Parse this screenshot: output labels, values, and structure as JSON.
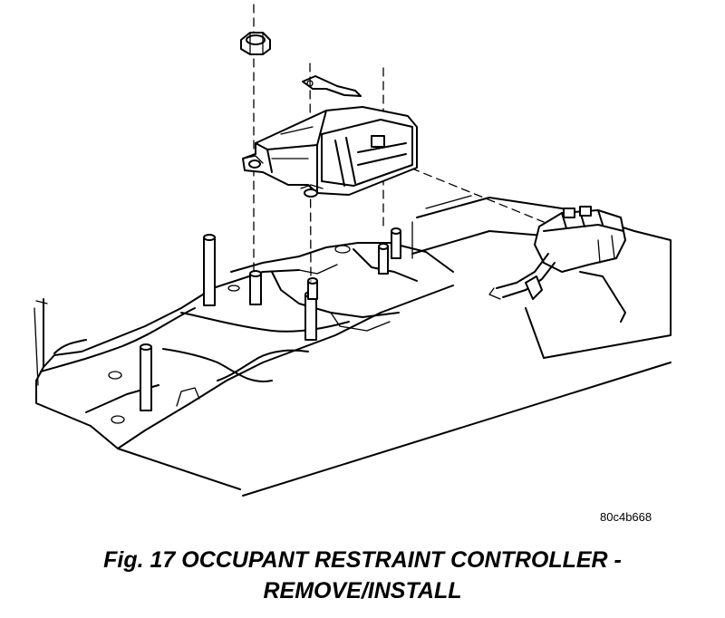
{
  "figure": {
    "ref_code": "80c4b668",
    "caption_line1": "Fig. 17 OCCUPANT RESTRAINT CONTROLLER -",
    "caption_line2": "REMOVE/INSTALL"
  }
}
